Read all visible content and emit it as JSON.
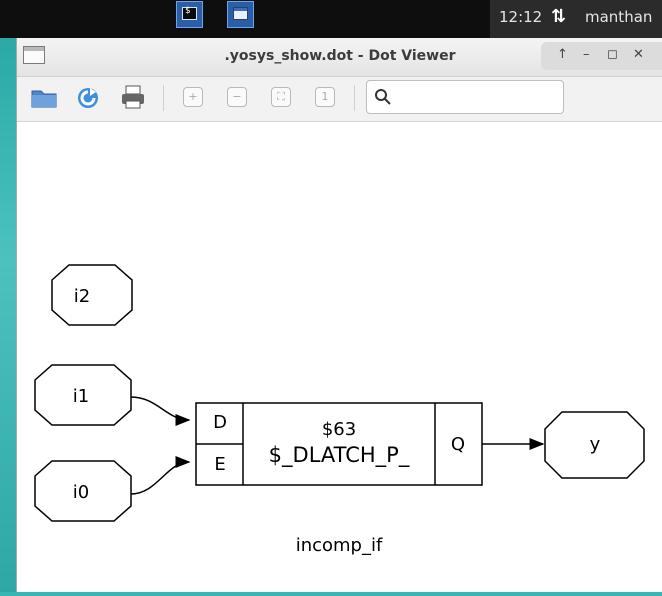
{
  "taskbar": {
    "clock": "12:12",
    "user": "manthan"
  },
  "window": {
    "title": ".yosys_show.dot - Dot Viewer"
  },
  "toolbar": {
    "search_placeholder": ""
  },
  "graph": {
    "inputs": [
      "i2",
      "i1",
      "i0"
    ],
    "cell_id": "$63",
    "cell_type": "$_DLATCH_P_",
    "ports_in": [
      "D",
      "E"
    ],
    "port_out": "Q",
    "output": "y",
    "module_name": "incomp_if"
  },
  "colors": {
    "panel_bg": "#111111",
    "task_active": "#2a5fa8",
    "desktop": "#37b6b3"
  }
}
